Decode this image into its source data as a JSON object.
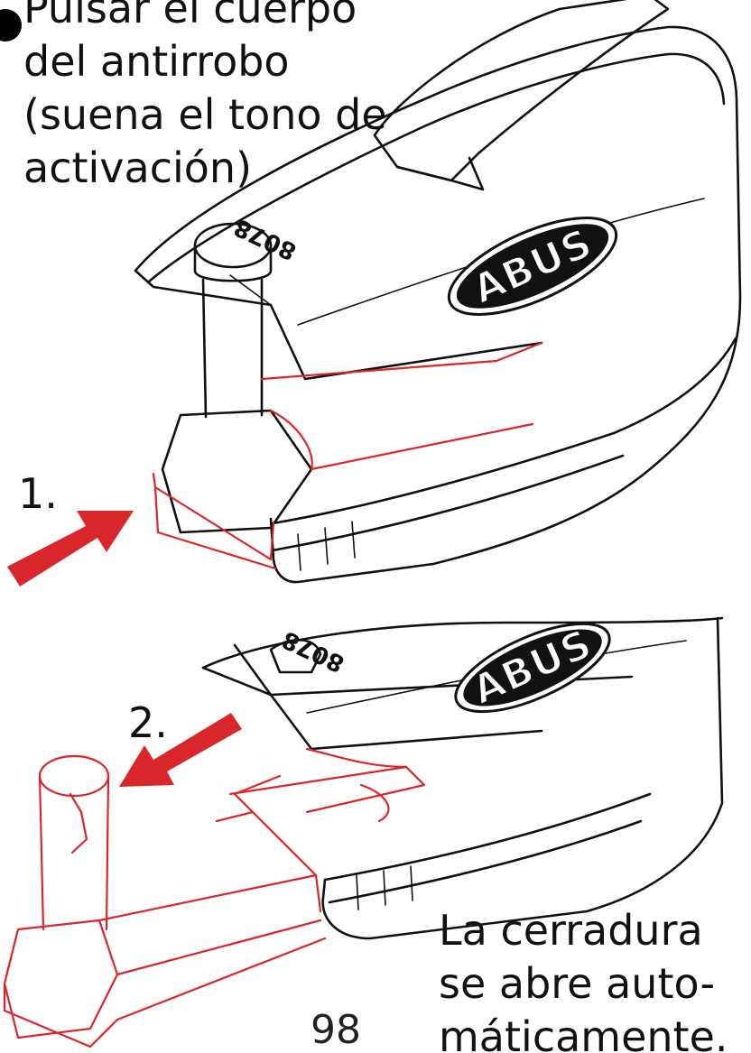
{
  "instruction_top": "Pulsar el cuerpo del antirrobo (suena el tono de activación)",
  "step_1_label": "1.",
  "step_2_label": "2.",
  "instruction_bottom": "La cerradura se abre auto-máticamente.",
  "page_number": "98",
  "brand_logo": "ABUS",
  "model_code": "8078",
  "colors": {
    "outline": "#111111",
    "highlight_red": "#d9262b",
    "background": "#ffffff"
  },
  "icons": [
    "step-bullet-icon",
    "push-arrow-icon",
    "pull-arrow-icon",
    "disc-lock-body",
    "locking-pin",
    "brand-logo"
  ]
}
